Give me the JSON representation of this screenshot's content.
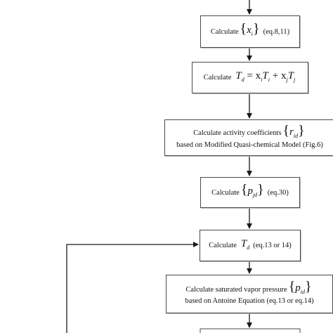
{
  "steps": {
    "s1": {
      "prefix": "Calculate",
      "var": "x",
      "sub": "i",
      "ref": "(eq.8,11)"
    },
    "s2": {
      "prefix": "Calculate",
      "lhs": "T",
      "lhs_sub": "d",
      "eq": "= x",
      "t1_sub": "i",
      "t1_T": "T",
      "t1_T_sub": "i",
      "plus": "+ x",
      "t2_sub": "j",
      "t2_T": "T",
      "t2_T_sub": "j"
    },
    "s3": {
      "prefix": "Calculate activity coefficients",
      "var": "r",
      "sub": "id",
      "line2": "based on Modified Quasi-chemical Model (Fig.6)"
    },
    "s4": {
      "prefix": "Calculate",
      "var": "p",
      "sub": "jd",
      "ref": "(eq.30)"
    },
    "s5": {
      "prefix": "Calculate",
      "var": "T",
      "sub": "d",
      "ref": "(eq.13 or 14)"
    },
    "s6": {
      "prefix": "Calculate saturated vapor pressure",
      "var": "p",
      "sub": "id",
      "line2": "based on Antoine Equation (eq.13 or eq.14)"
    }
  },
  "colors": {
    "line": "#1a1a1a",
    "border": "#4a4a4a"
  }
}
